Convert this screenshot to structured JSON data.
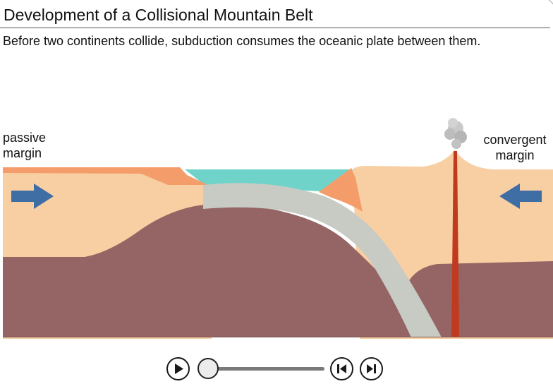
{
  "title": "Development of a Collisional Mountain Belt",
  "caption": "Before two continents collide, subduction consumes the oceanic plate between them.",
  "labels": {
    "passive": "passive margin",
    "convergent": "convergent margin"
  },
  "colors": {
    "continental_crust": "#f8cfa2",
    "sediment_wedge": "#f49d6b",
    "ocean_water": "#6fd3c9",
    "mantle": "#946564",
    "oceanic_plate": "#c8cbc4",
    "magma": "#c03a1f",
    "arrow": "#3f6ea5",
    "ash": "#bdbdbd"
  },
  "icons": {
    "play": "play-icon",
    "step_back": "step-back-icon",
    "step_forward": "step-forward-icon",
    "push_right": "arrow-right-icon",
    "push_left": "arrow-left-icon",
    "volcano_plume": "ash-plume-icon"
  },
  "timeline": {
    "progress": 0
  }
}
